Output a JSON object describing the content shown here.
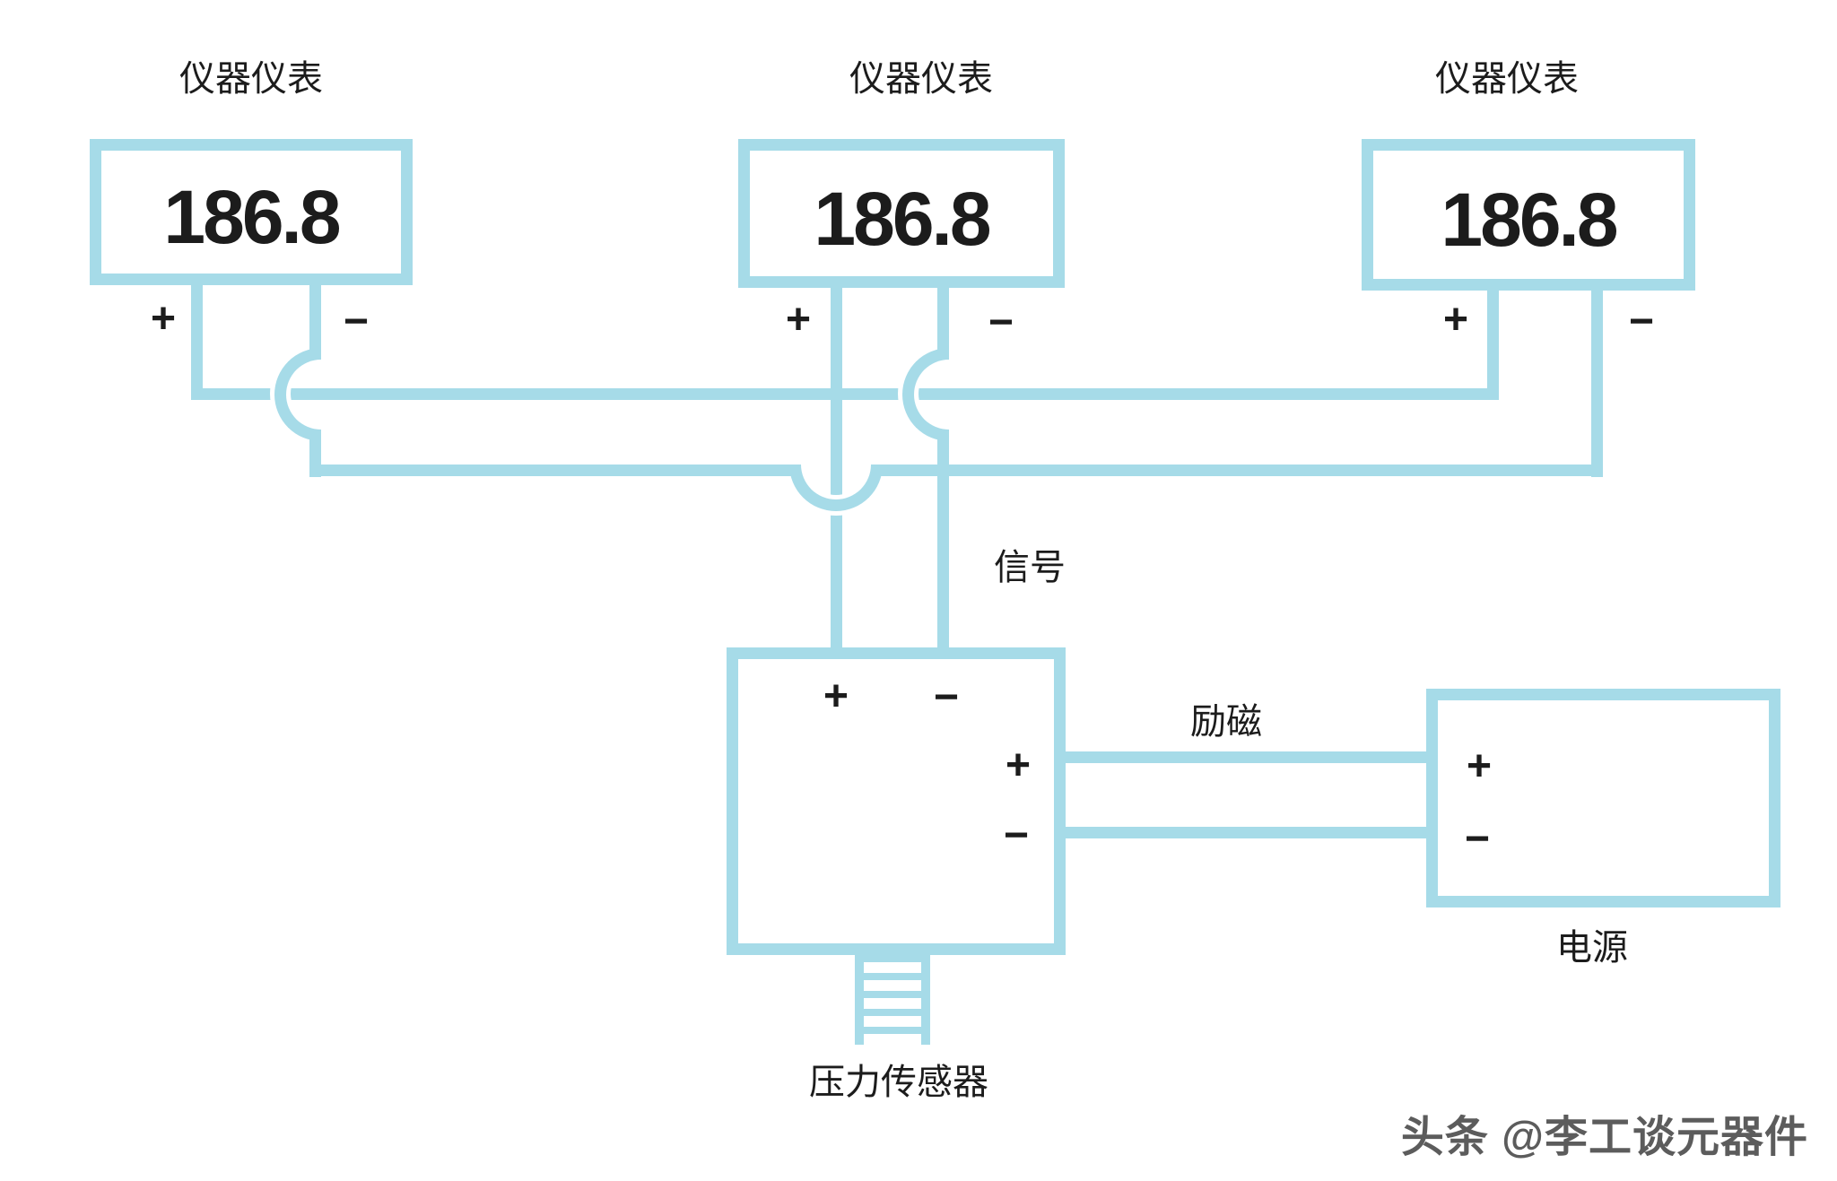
{
  "colors": {
    "wire": "#a6dbe8",
    "text": "#1c1c1c",
    "watermark": "#464646"
  },
  "meters": [
    {
      "label": "仪器仪表",
      "value": "186.8",
      "plus": "+",
      "minus": "−"
    },
    {
      "label": "仪器仪表",
      "value": "186.8",
      "plus": "+",
      "minus": "−"
    },
    {
      "label": "仪器仪表",
      "value": "186.8",
      "plus": "+",
      "minus": "−"
    }
  ],
  "sensor": {
    "label": "压力传感器",
    "top_plus": "+",
    "top_minus": "−",
    "right_plus": "+",
    "right_minus": "−"
  },
  "power_supply": {
    "label": "电源",
    "plus": "+",
    "minus": "−"
  },
  "wire_labels": {
    "signal": "信号",
    "excitation": "励磁"
  },
  "watermark": "头条 @李工谈元器件"
}
